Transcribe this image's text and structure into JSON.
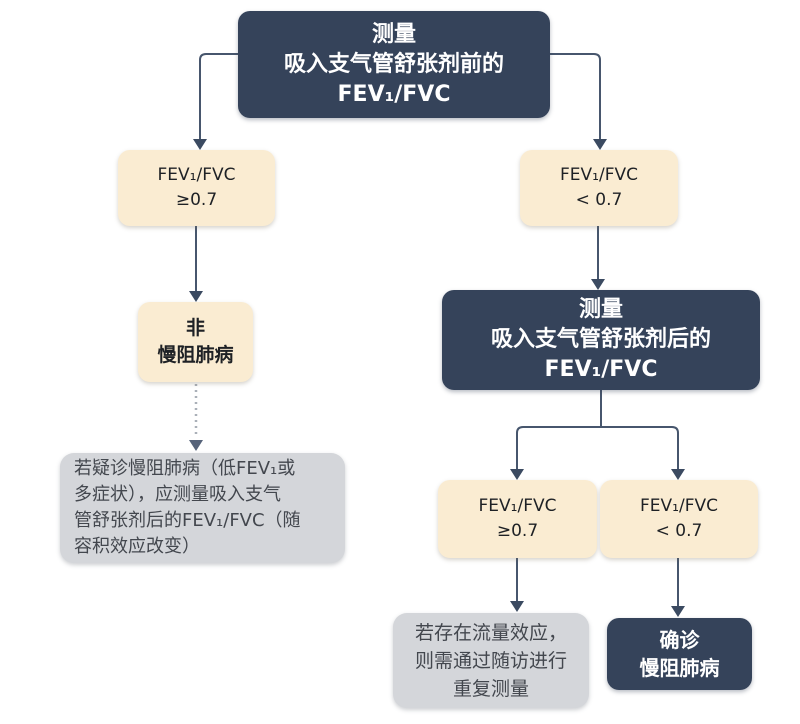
{
  "diagram": {
    "title_semantic": "COPD spirometry diagnosis flowchart",
    "colors": {
      "node_dark": "#35435A",
      "node_cream": "#FAECD2",
      "node_note_gray": "#D4D6DA",
      "connector": "#47566D",
      "dark_node_text": "#FFFFFF",
      "cream_node_text": "#1E2125",
      "note_text": "#43474E"
    },
    "nodes": {
      "measure_pre": {
        "lines": [
          "测量",
          "吸入支气管舒张剂前的",
          "FEV₁/FVC"
        ]
      },
      "pre_ge": {
        "lines": [
          "FEV₁/FVC",
          "≥0.7"
        ]
      },
      "pre_lt": {
        "lines": [
          "FEV₁/FVC",
          "< 0.7"
        ]
      },
      "not_copd": {
        "lines": [
          "非",
          "慢阻肺病"
        ]
      },
      "note_suspect": {
        "lines": [
          "若疑诊慢阻肺病（低FEV₁或",
          "多症状），应测量吸入支气",
          "管舒张剂后的FEV₁/FVC（随",
          "容积效应改变）"
        ]
      },
      "measure_post": {
        "lines": [
          "测量",
          "吸入支气管舒张剂后的",
          "FEV₁/FVC"
        ]
      },
      "post_ge": {
        "lines": [
          "FEV₁/FVC",
          "≥0.7"
        ]
      },
      "post_lt": {
        "lines": [
          "FEV₁/FVC",
          "< 0.7"
        ]
      },
      "note_followup": {
        "lines": [
          "若存在流量效应，",
          "则需通过随访进行",
          "重复测量"
        ]
      },
      "confirmed": {
        "lines": [
          "确诊",
          "慢阻肺病"
        ]
      }
    }
  }
}
